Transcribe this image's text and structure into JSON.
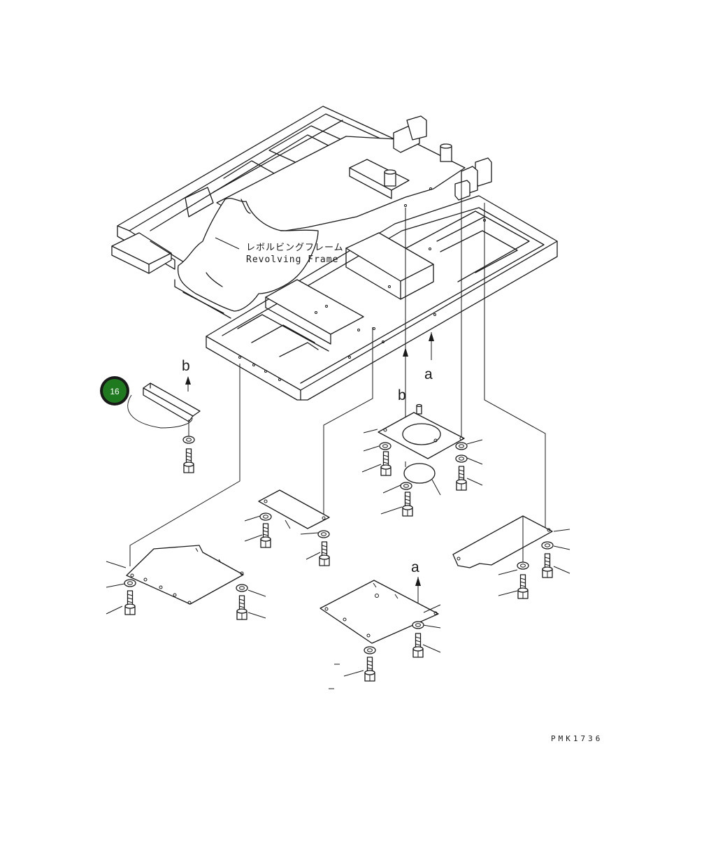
{
  "frame_label": {
    "jp": "レボルビングフレーム",
    "en": "Revolving Frame"
  },
  "arrows": {
    "a": "a",
    "b": "b"
  },
  "callout": {
    "number": "16",
    "color": "#1f7a1f"
  },
  "drawing_code": "PMK1736",
  "icons": [
    "bolt-icon",
    "washer-icon",
    "arrow-up-icon"
  ]
}
